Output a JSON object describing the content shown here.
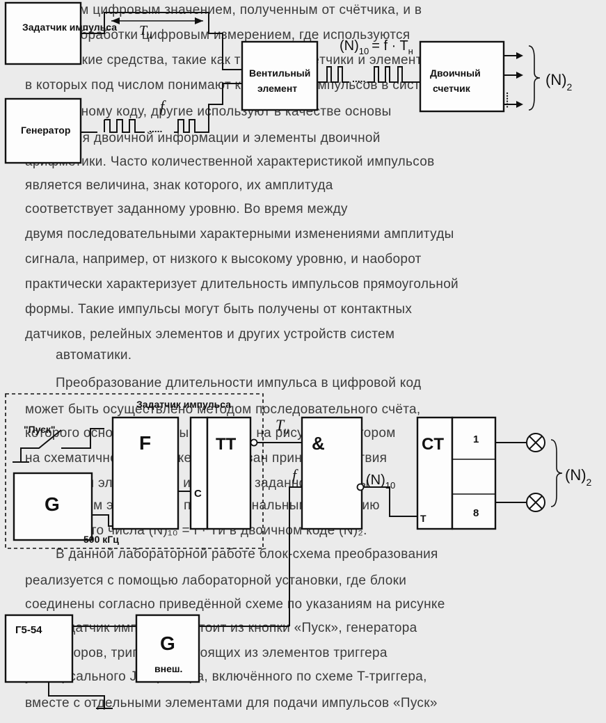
{
  "background_text": [
    "двоичным цифровым значением, полученным от счётчика, и в",
    "задачи обработки цифровым измерением, где используются",
    "технические средства, такие как триггеры, счётчики и элементы",
    "в которых под числом понимают количество импульсов в системе",
    "по двоичному коду, другие используют в качестве основы",
    "состояния двоичной информации и элементы двоичной",
    "арифметики. Часто количественной характеристикой импульсов",
    "является величина, знак которого, их амплитуда",
    "соответствует заданному уровню. Во время между",
    "двумя последовательными характерными изменениями амплитуды",
    "сигнала, например, от низкого к высокому уровню, и наоборот",
    "практически характеризует длительность импульсов прямоугольной",
    "формы. Такие импульсы могут быть получены от контактных",
    "датчиков, релейных элементов и других устройств систем",
    "автоматики.",
    "Преобразование длительности импульса в цифровой код",
    "может быть осуществлено методом последовательного счёта,",
    "которого основные схемы показаны на рисунке, в котором",
    "на схематичном изображении показан принцип действия",
    "формула и электронных импульсов заданной частоты",
    "вентильным элементом, пропорциональным состоянию",
    "полученного числа (N)₁₀ = f · Tи в двоичном коде (N)₂.",
    "В данной лабораторной работе блок-схема преобразования",
    "реализуется с помощью лабораторной установки, где блоки",
    "соединены согласно приведённой схеме по указаниям на рисунке",
    "3.2. Задатчик импульса состоит из кнопки «Пуск», генератора",
    "генераторов, триггера, состоящих из элементов триггера",
    "универсального JK-триггера, включённого по схеме T-триггера,",
    "вместе с отдельными элементами для подачи импульсов «Пуск»"
  ],
  "diagram1": {
    "pulse_setter": "Задатчик импульса",
    "generator": "Генератор",
    "gate_element": [
      "Вентильный",
      "элемент"
    ],
    "binary_counter": [
      "Двоичный",
      "счетчик"
    ],
    "t_pulse": {
      "main": "T",
      "sub": "и"
    },
    "freq": "f",
    "formula_left": "(N)",
    "formula_sub": "10",
    "formula_right": "= f · T",
    "formula_right_sub": "н",
    "dots": "......",
    "output": "(N)",
    "output_sub": "2"
  },
  "diagram2": {
    "pulse_setter": "Задатчик импульса",
    "start_label": "\"Пуск\"",
    "G": "G",
    "F": "F",
    "C": "C",
    "TT": "TT",
    "t_pulse": {
      "main": "T",
      "sub": "и"
    },
    "and": "&",
    "freq": "f",
    "count_label": "(N)",
    "count_sub": "10",
    "CT": "CT",
    "bit_first": "1",
    "bit_last": "8",
    "clk": "T",
    "output": "(N)",
    "output_sub": "2",
    "freq_500": "500 кГц",
    "g554": "Г5-54",
    "g_ext": "G",
    "g_ext_label": "внеш."
  }
}
